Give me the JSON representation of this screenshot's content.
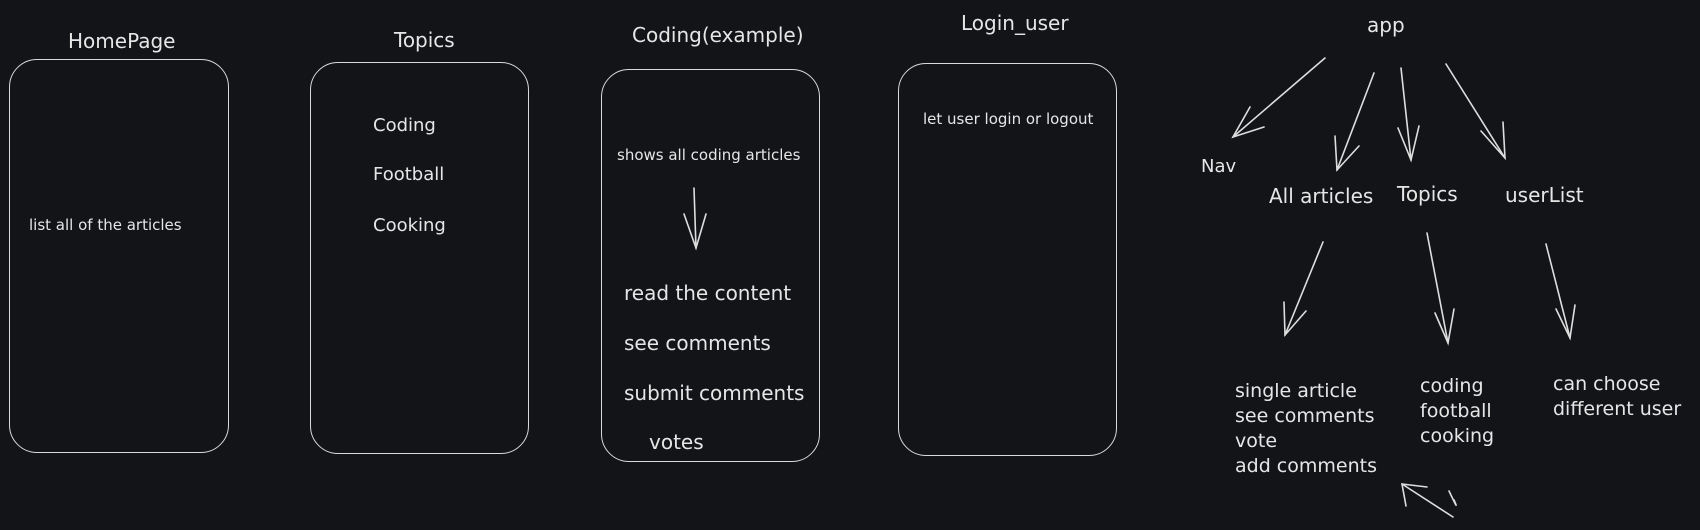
{
  "screens": {
    "homepage": {
      "title": "HomePage",
      "text": "list all of the articles"
    },
    "topics": {
      "title": "Topics",
      "items": [
        "Coding",
        "Football",
        "Cooking"
      ]
    },
    "coding": {
      "title": "Coding(example)",
      "summary": "shows all coding articles",
      "actions": [
        "read the content",
        "see comments",
        "submit comments",
        "votes"
      ]
    },
    "login": {
      "title": "Login_user",
      "text": "let user login or logout"
    }
  },
  "tree": {
    "root": "app",
    "nav": "Nav",
    "all_articles": "All articles",
    "topics": "Topics",
    "user_list": "userList",
    "article_details": "single article\nsee comments\nvote\nadd comments",
    "topic_details": "coding\nfootball\ncooking",
    "user_details": "can choose\ndifferent user"
  }
}
